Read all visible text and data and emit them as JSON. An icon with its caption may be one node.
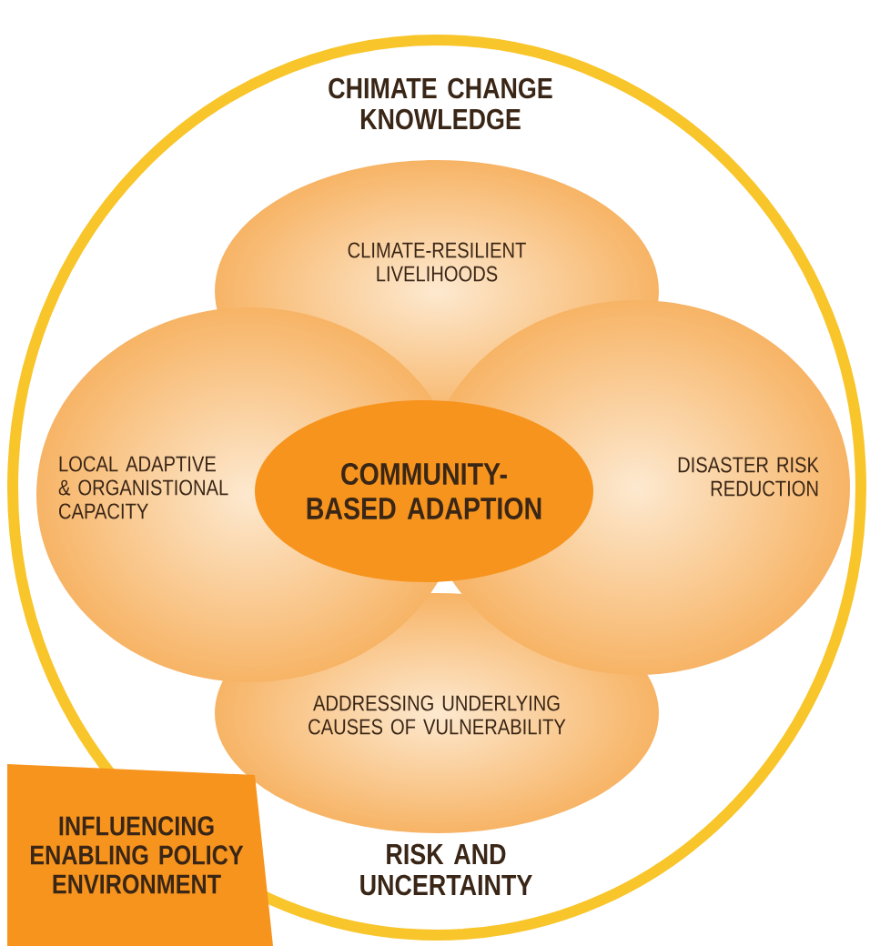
{
  "diagram": {
    "nodes": [
      {
        "text": [
          "CHIMATE CHANGE KNOWLEDGE",
          "RISK AND UNCERTAINTY"
        ]
      },
      {
        "text": [
          "CLIMATE-RESILIENT LIVELIHOODS"
        ],
        "in": 0
      },
      {
        "text": [
          "LOCAL ADAPTIVE & ORGANISTIONAL CAPACITY"
        ],
        "in": 0
      },
      {
        "text": [
          "COMMUNITY-BASED ADAPTION"
        ],
        "in": 0
      },
      {
        "text": [
          "DISASTER RISK REDUCTION"
        ],
        "in": 0
      },
      {
        "text": [
          "ADDRESSING UNDERLYING CAUSES OF VULNERABILITY"
        ],
        "in": 0
      },
      {
        "text": [
          "INFLUENCING ENABLING POLICY ENVIRONMENT"
        ]
      }
    ]
  }
}
